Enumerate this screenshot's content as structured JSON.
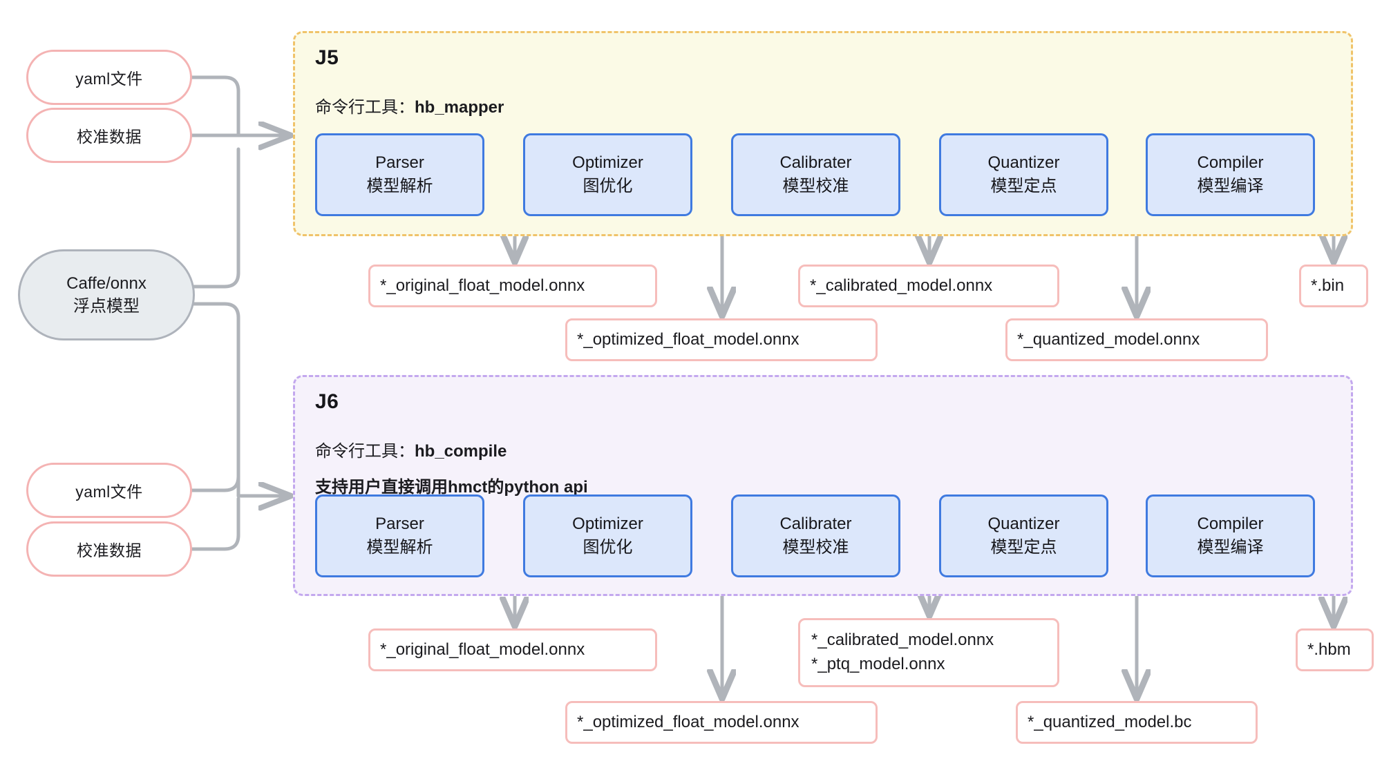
{
  "inputs": {
    "top_group": [
      {
        "label": "yaml文件",
        "name": "yaml-file-top"
      },
      {
        "label": "校准数据",
        "name": "calibration-data-top"
      }
    ],
    "bottom_group": [
      {
        "label": "yaml文件",
        "name": "yaml-file-bottom"
      },
      {
        "label": "校准数据",
        "name": "calibration-data-bottom"
      }
    ],
    "model": {
      "line1": "Caffe/onnx",
      "line2": "浮点模型"
    }
  },
  "panels": [
    {
      "id": "j5",
      "title": "J5",
      "subtitles": [
        {
          "prefix": "命令行工具：",
          "strong": "hb_mapper",
          "bold_all": false
        }
      ],
      "border_color": "#f0c36a",
      "fill_color": "#fbfae6",
      "stages": [
        {
          "en": "Parser",
          "zh": "模型解析"
        },
        {
          "en": "Optimizer",
          "zh": "图优化"
        },
        {
          "en": "Calibrater",
          "zh": "模型校准"
        },
        {
          "en": "Quantizer",
          "zh": "模型定点"
        },
        {
          "en": "Compiler",
          "zh": "模型编译"
        }
      ],
      "artifacts": [
        {
          "lines": [
            "*_original_float_model.onnx"
          ],
          "from": "Parser"
        },
        {
          "lines": [
            "*_optimized_float_model.onnx"
          ],
          "from": "Optimizer"
        },
        {
          "lines": [
            "*_calibrated_model.onnx"
          ],
          "from": "Calibrater"
        },
        {
          "lines": [
            "*_quantized_model.onnx"
          ],
          "from": "Quantizer"
        },
        {
          "lines": [
            "*.bin"
          ],
          "from": "Compiler"
        }
      ]
    },
    {
      "id": "j6",
      "title": "J6",
      "subtitles": [
        {
          "prefix": "命令行工具：",
          "strong": "hb_compile",
          "bold_all": false
        },
        {
          "prefix": "支持用户直接调用hmct的python api",
          "strong": "",
          "bold_all": true
        }
      ],
      "border_color": "#c3a8ee",
      "fill_color": "#f6f2fb",
      "stages": [
        {
          "en": "Parser",
          "zh": "模型解析"
        },
        {
          "en": "Optimizer",
          "zh": "图优化"
        },
        {
          "en": "Calibrater",
          "zh": "模型校准"
        },
        {
          "en": "Quantizer",
          "zh": "模型定点"
        },
        {
          "en": "Compiler",
          "zh": "模型编译"
        }
      ],
      "artifacts": [
        {
          "lines": [
            "*_original_float_model.onnx"
          ],
          "from": "Parser"
        },
        {
          "lines": [
            "*_optimized_float_model.onnx"
          ],
          "from": "Optimizer"
        },
        {
          "lines": [
            "*_calibrated_model.onnx",
            "*_ptq_model.onnx"
          ],
          "from": "Calibrater"
        },
        {
          "lines": [
            "*_quantized_model.bc"
          ],
          "from": "Quantizer"
        },
        {
          "lines": [
            "*.hbm"
          ],
          "from": "Compiler"
        }
      ]
    }
  ],
  "colors": {
    "arrow": "#b0b4ba",
    "stage_border": "#3f7ae0",
    "stage_fill": "#dce7fb",
    "artifact_border": "#f6bdbb",
    "pill_border": "#f4b3b3",
    "model_border": "#aeb3bb",
    "model_fill": "#e8ecef"
  }
}
